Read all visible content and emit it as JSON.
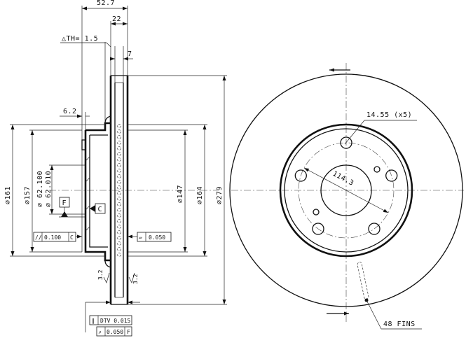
{
  "side_view": {
    "dims": {
      "overall_width": "52.7",
      "hat_width": "22",
      "thickness_variation": "△TH= 1.5",
      "friction_ring_width": "7",
      "flange_thickness": "6.2",
      "dia_161": "∅161",
      "dia_157": "∅157",
      "dia_center_max": "∅ 62.100",
      "dia_center_min": "∅ 62.010",
      "dia_147": "∅147",
      "dia_164": "∅164",
      "dia_279": "∅279"
    },
    "datums": {
      "f": "F",
      "c": "C"
    },
    "tolerances": {
      "parallelism_symbol": "//",
      "parallelism_value": "0.100",
      "parallelism_datum": "C",
      "flatness_symbol": "▱",
      "flatness_value": "0.050",
      "dtv_symbol": "∥",
      "dtv_value": "DTV 0.015",
      "runout_symbol": "↗",
      "runout_value": "0.050",
      "runout_datum": "F"
    },
    "surface_marks": {
      "left": "3.2",
      "right": "3.2"
    }
  },
  "front_view": {
    "bolt_holes": "14.55 (x5)",
    "pcd": "114.3",
    "fins": "48 FINS",
    "bolt_count": 5
  }
}
